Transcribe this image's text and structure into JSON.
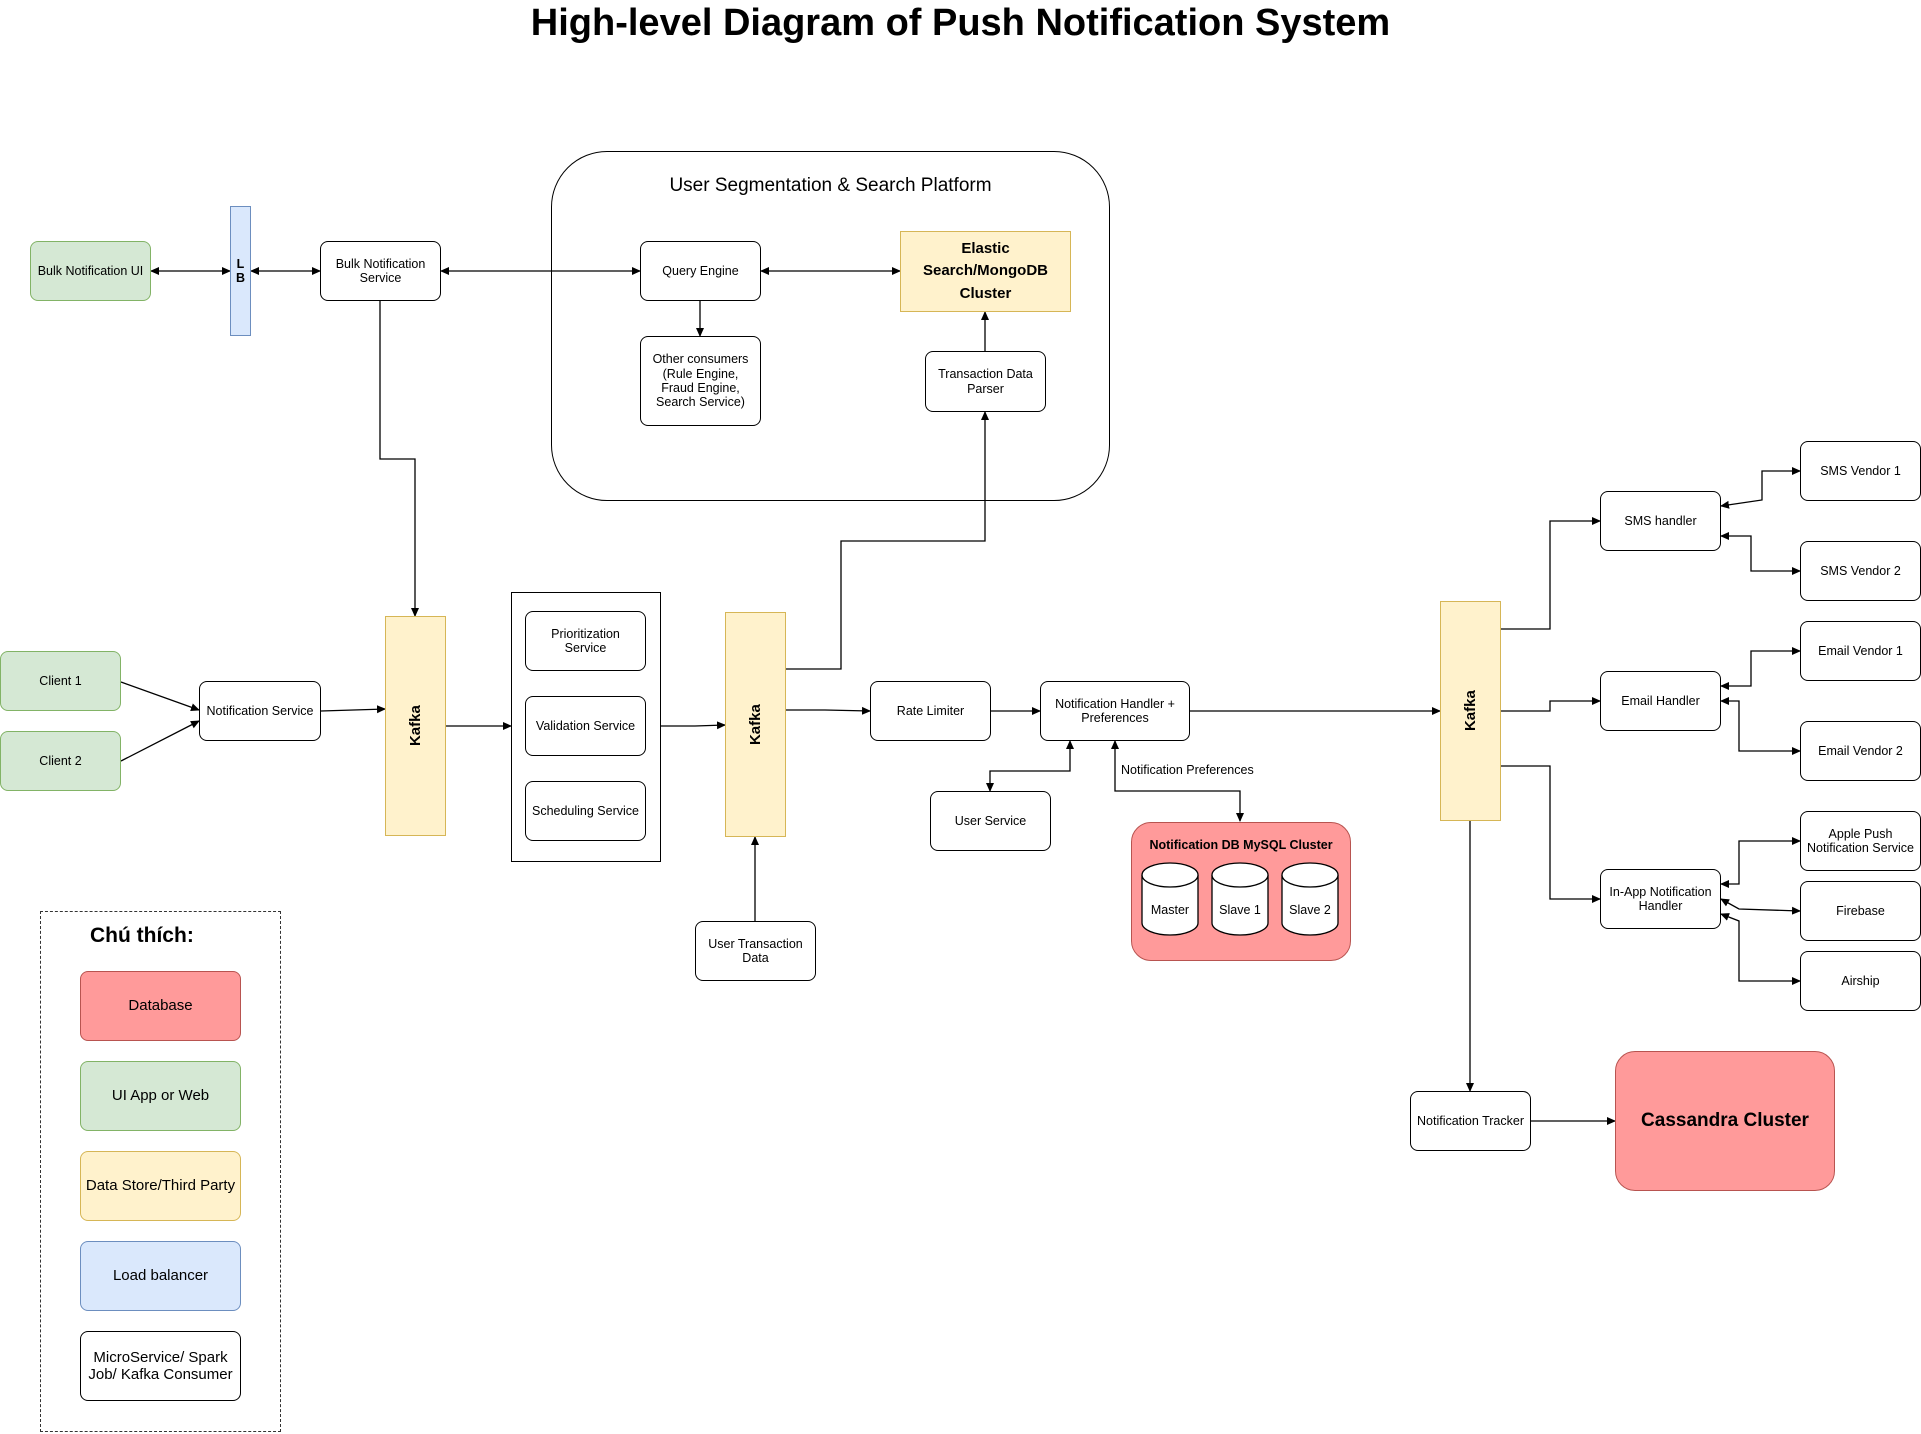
{
  "title": "High-level Diagram of Push Notification System",
  "platform": {
    "title": "User Segmentation & Search Platform"
  },
  "nodes": {
    "bulk_ui": "Bulk Notification UI",
    "lb": "L\nB",
    "bulk_service": "Bulk Notification Service",
    "query_engine": "Query Engine",
    "elastic": "Elastic Search/MongoDB Cluster",
    "other_consumers": "Other consumers (Rule Engine, Fraud Engine, Search Service)",
    "txn_parser": "Transaction Data Parser",
    "client1": "Client 1",
    "client2": "Client 2",
    "notification_service": "Notification Service",
    "kafka1": "Kafka",
    "prioritization": "Prioritization Service",
    "validation": "Validation Service",
    "scheduling": "Scheduling Service",
    "kafka2": "Kafka",
    "user_txn_data": "User Transaction Data",
    "rate_limiter": "Rate Limiter",
    "handler_prefs": "Notification Handler + Preferences",
    "user_service": "User Service",
    "kafka3": "Kafka",
    "sms_handler": "SMS handler",
    "email_handler": "Email Handler",
    "inapp_handler": "In-App Notification Handler",
    "sms_vendor1": "SMS Vendor 1",
    "sms_vendor2": "SMS Vendor 2",
    "email_vendor1": "Email Vendor 1",
    "email_vendor2": "Email Vendor 2",
    "apple_push": "Apple Push Notification Service",
    "firebase": "Firebase",
    "airship": "Airship",
    "tracker": "Notification Tracker",
    "cassandra": "Cassandra Cluster"
  },
  "edge_labels": {
    "notification_preferences": "Notification Preferences"
  },
  "mysql_cluster": {
    "title": "Notification DB MySQL Cluster",
    "master": "Master",
    "slave1": "Slave 1",
    "slave2": "Slave 2"
  },
  "legend": {
    "title": "Chú thích:",
    "items": [
      {
        "label": "Database",
        "color": "#ff9a9a"
      },
      {
        "label": "UI App or Web",
        "color": "#d5e8d4"
      },
      {
        "label": "Data Store/Third Party",
        "color": "#fff2cc"
      },
      {
        "label": "Load balancer",
        "color": "#dae8fc"
      },
      {
        "label": "MicroService/ Spark Job/ Kafka Consumer",
        "color": "#ffffff"
      }
    ]
  }
}
